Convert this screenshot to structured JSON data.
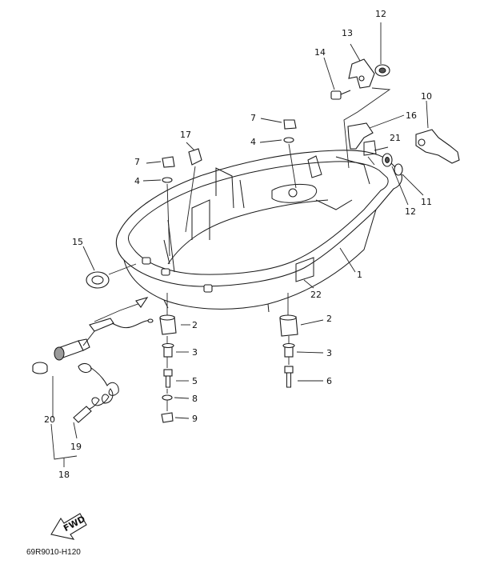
{
  "diagram_code": "69R9010-H120",
  "fwd_label": "FWD",
  "callouts": [
    {
      "id": "c1",
      "text": "1"
    },
    {
      "id": "c2a",
      "text": "2"
    },
    {
      "id": "c2b",
      "text": "2"
    },
    {
      "id": "c3a",
      "text": "3"
    },
    {
      "id": "c3b",
      "text": "3"
    },
    {
      "id": "c4a",
      "text": "4"
    },
    {
      "id": "c4b",
      "text": "4"
    },
    {
      "id": "c5",
      "text": "5"
    },
    {
      "id": "c6",
      "text": "6"
    },
    {
      "id": "c7a",
      "text": "7"
    },
    {
      "id": "c7b",
      "text": "7"
    },
    {
      "id": "c8",
      "text": "8"
    },
    {
      "id": "c9",
      "text": "9"
    },
    {
      "id": "c10",
      "text": "10"
    },
    {
      "id": "c11",
      "text": "11"
    },
    {
      "id": "c12a",
      "text": "12"
    },
    {
      "id": "c12b",
      "text": "12"
    },
    {
      "id": "c13",
      "text": "13"
    },
    {
      "id": "c14",
      "text": "14"
    },
    {
      "id": "c15",
      "text": "15"
    },
    {
      "id": "c16",
      "text": "16"
    },
    {
      "id": "c17",
      "text": "17"
    },
    {
      "id": "c18",
      "text": "18"
    },
    {
      "id": "c19",
      "text": "19"
    },
    {
      "id": "c20",
      "text": "20"
    },
    {
      "id": "c21",
      "text": "21"
    },
    {
      "id": "c22",
      "text": "22"
    }
  ]
}
